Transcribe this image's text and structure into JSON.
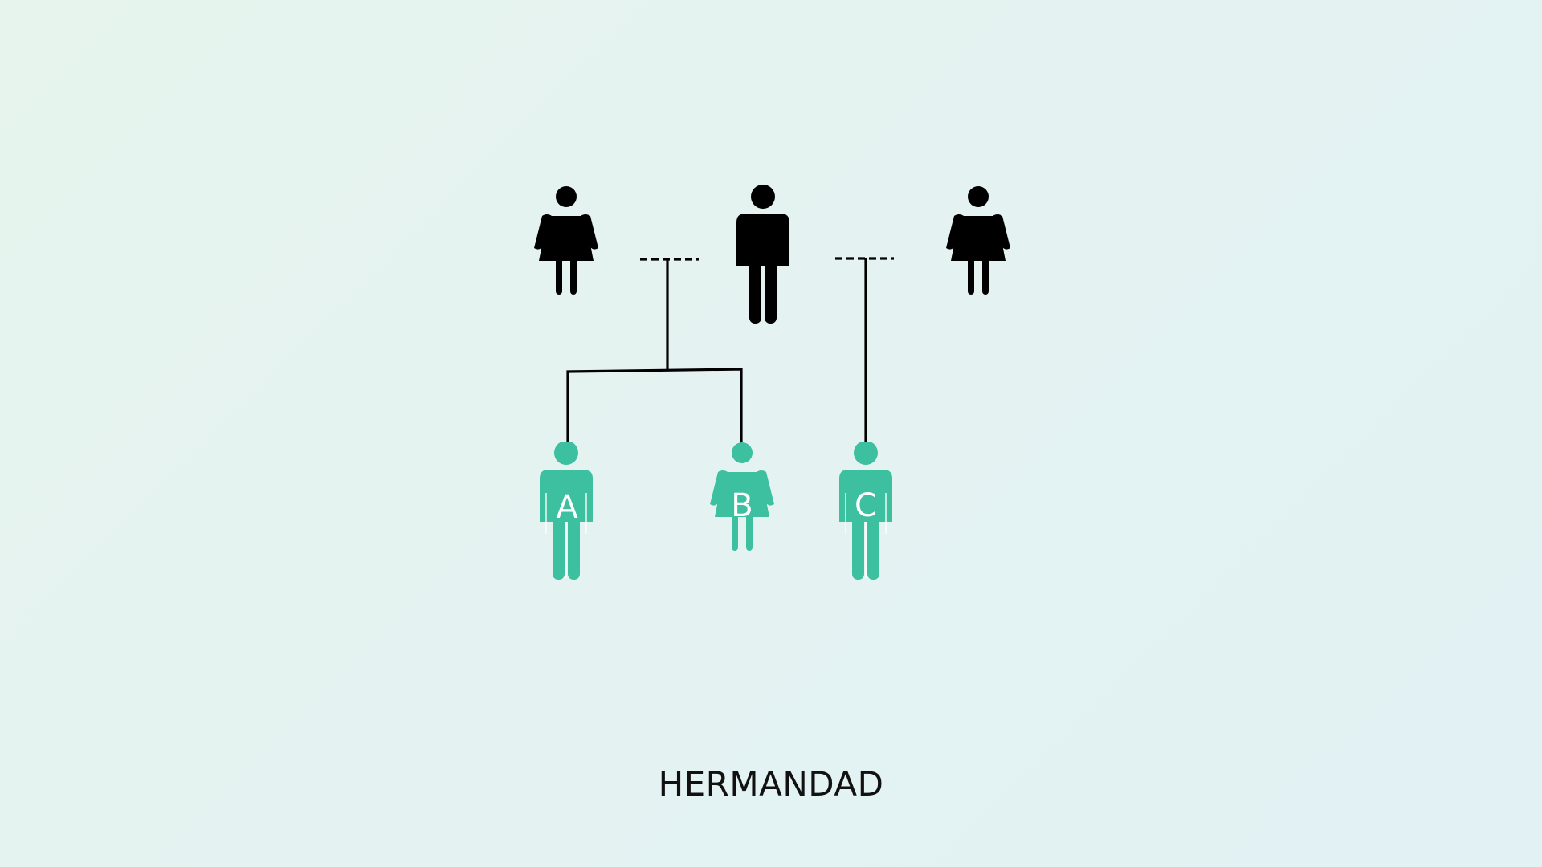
{
  "colors": {
    "parent": "#000000",
    "child": "#3dc0a0",
    "child_label": "#ffffff",
    "line": "#000000",
    "background_start": "#e7f4ee",
    "background_end": "#e1f1f4"
  },
  "parents": [
    {
      "id": "parent-left",
      "icon": "woman-icon",
      "gender": "female"
    },
    {
      "id": "parent-middle",
      "icon": "man-icon",
      "gender": "male"
    },
    {
      "id": "parent-right",
      "icon": "woman-icon",
      "gender": "female"
    }
  ],
  "children": [
    {
      "id": "child-a",
      "icon": "man-icon",
      "gender": "male",
      "label": "A"
    },
    {
      "id": "child-b",
      "icon": "woman-icon",
      "gender": "female",
      "label": "B"
    },
    {
      "id": "child-c",
      "icon": "man-icon",
      "gender": "male",
      "label": "C"
    }
  ],
  "relationships": [
    {
      "couple": [
        "parent-left",
        "parent-middle"
      ],
      "union_style": "dashed",
      "children": [
        "child-a",
        "child-b"
      ]
    },
    {
      "couple": [
        "parent-middle",
        "parent-right"
      ],
      "union_style": "dashed",
      "children": [
        "child-c"
      ]
    }
  ],
  "caption": "HERMANDAD"
}
